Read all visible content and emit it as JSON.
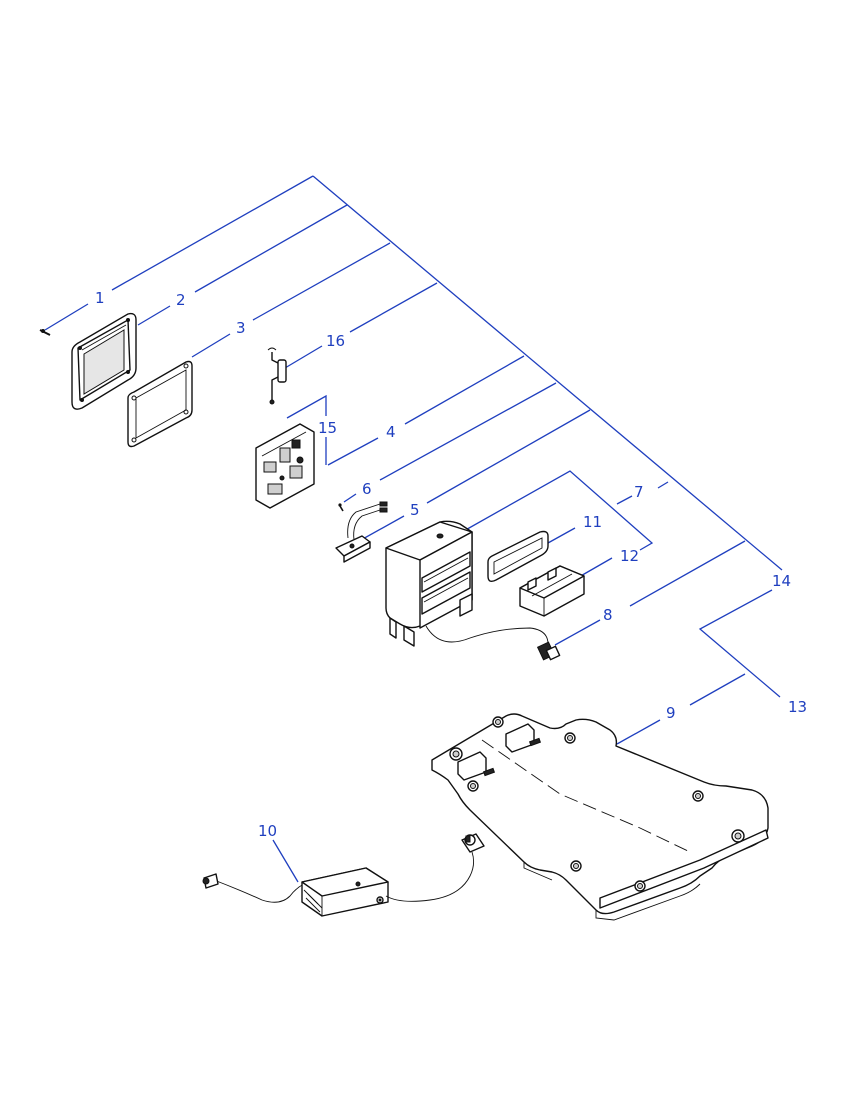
{
  "diagram": {
    "type": "exploded-parts-view",
    "colors": {
      "callout": "#1f3fbf",
      "outline": "#111111"
    },
    "callouts": [
      {
        "id": "c1",
        "label": "1"
      },
      {
        "id": "c2",
        "label": "2"
      },
      {
        "id": "c3",
        "label": "3"
      },
      {
        "id": "c4",
        "label": "4"
      },
      {
        "id": "c5",
        "label": "5"
      },
      {
        "id": "c6",
        "label": "6"
      },
      {
        "id": "c7",
        "label": "7"
      },
      {
        "id": "c8",
        "label": "8"
      },
      {
        "id": "c9",
        "label": "9"
      },
      {
        "id": "c10",
        "label": "10"
      },
      {
        "id": "c11",
        "label": "11"
      },
      {
        "id": "c12",
        "label": "12"
      },
      {
        "id": "c13",
        "label": "13"
      },
      {
        "id": "c14",
        "label": "14"
      },
      {
        "id": "c15",
        "label": "15"
      },
      {
        "id": "c16",
        "label": "16"
      }
    ]
  }
}
